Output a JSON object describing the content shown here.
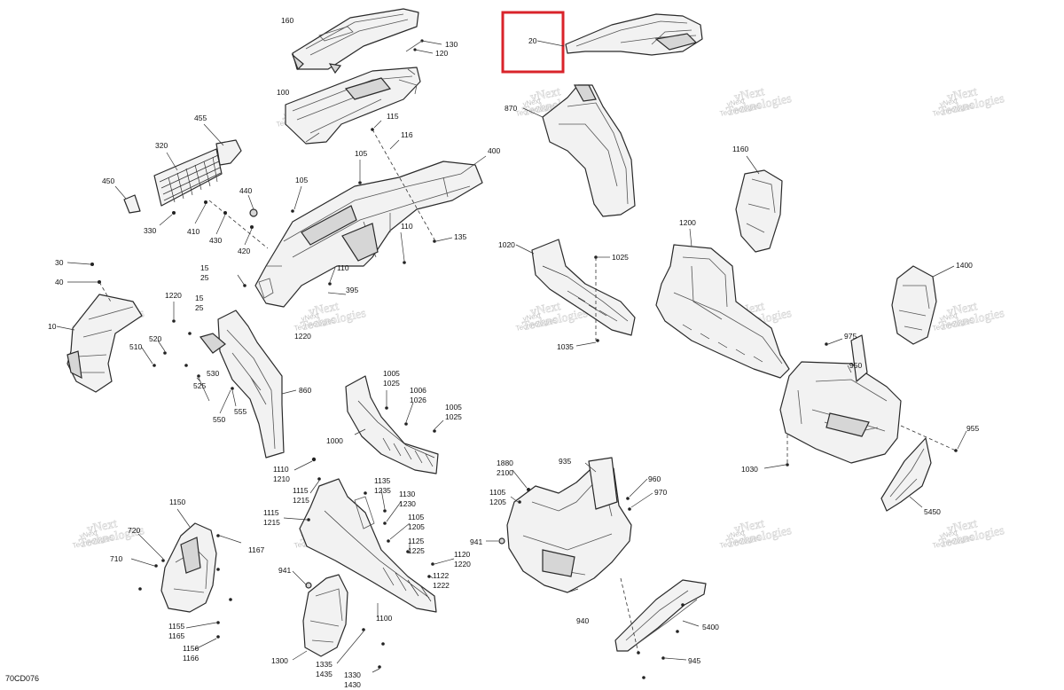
{
  "diagram_code": "70CD076",
  "watermark": {
    "line1": "vNext",
    "line2": "Technologies"
  },
  "highlighted_part": "20",
  "callouts": {
    "c160": "160",
    "c130": "130",
    "c120": "120",
    "c100": "100",
    "c20": "20",
    "c870": "870",
    "c455": "455",
    "c320": "320",
    "c450": "450",
    "c330": "330",
    "c115": "115",
    "c116": "116",
    "c105a": "105",
    "c105b": "105",
    "c440": "440",
    "c410": "410",
    "c430": "430",
    "c420": "420",
    "c400": "400",
    "c110a": "110",
    "c135": "135",
    "c110b": "110",
    "c395": "395",
    "c1220a": "1220",
    "c15a": "15",
    "c25a": "25",
    "c1220b": "1220",
    "c15b": "15",
    "c25b": "25",
    "c30": "30",
    "c40": "40",
    "c10": "10",
    "c520": "520",
    "c510": "510",
    "c530": "530",
    "c525": "525",
    "c550": "550",
    "c555": "555",
    "c860": "860",
    "c1160": "1160",
    "c1020": "1020",
    "c1025": "1025",
    "c1200": "1200",
    "c1035": "1035",
    "c1400": "1400",
    "c975": "975",
    "c950": "950",
    "c955": "955",
    "c1030": "1030",
    "c5450": "5450",
    "c1005a": "1005",
    "c1025a": "1025",
    "c1006": "1006",
    "c1026": "1026",
    "c1005b": "1005",
    "c1025b": "1025",
    "c1000": "1000",
    "c1110": "1110",
    "c1210": "1210",
    "c1115a": "1115",
    "c1215a": "1215",
    "c1115b": "1115",
    "c1215b": "1215",
    "c1135": "1135",
    "c1235": "1235",
    "c1130": "1130",
    "c1230": "1230",
    "c1105a": "1105",
    "c1205a": "1205",
    "c1125": "1125",
    "c1225": "1225",
    "c1120": "1120",
    "c1220c": "1220",
    "c1122": "1122",
    "c1222": "1222",
    "c941a": "941",
    "c1100": "1100",
    "c1300": "1300",
    "c1335": "1335",
    "c1435": "1435",
    "c1330": "1330",
    "c1430": "1430",
    "c1150": "1150",
    "c720": "720",
    "c710": "710",
    "c1167": "1167",
    "c1155": "1155",
    "c1165": "1165",
    "c1156": "1156",
    "c1166": "1166",
    "c1880": "1880",
    "c2100": "2100",
    "c1105b": "1105",
    "c1205b": "1205",
    "c935": "935",
    "c960": "960",
    "c970": "970",
    "c941b": "941",
    "c940": "940",
    "c5400": "5400",
    "c945": "945"
  }
}
